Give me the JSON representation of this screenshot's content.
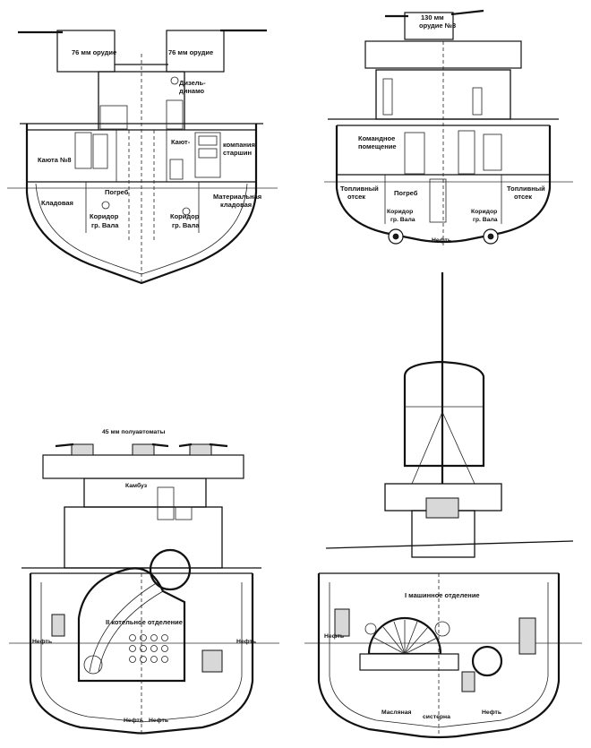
{
  "sections": {
    "top_left": {
      "gun_left": "76 мм орудие",
      "gun_right": "76 мм орудие",
      "diesel_1": "Дизель-",
      "diesel_2": "динамо",
      "cabin8": "Каюта №8",
      "cabin_1": "Кают-",
      "cabin_2": "компания",
      "cabin_3": "старшин",
      "pantry": "Кладовая",
      "magazine": "Погреб",
      "corridor_l1": "Коридор",
      "corridor_l2": "гр. Вала",
      "corridor_r1": "Коридор",
      "corridor_r2": "гр. Вала",
      "material_1": "Материальная",
      "material_2": "кладовая"
    },
    "top_right": {
      "gun_1": "130 мм",
      "gun_2": "орудие №3",
      "crew_1": "Командное",
      "crew_2": "помещение",
      "fuel_l1": "Топливный",
      "fuel_l2": "отсек",
      "fuel_r1": "Топливный",
      "fuel_r2": "отсек",
      "magazine": "Погреб",
      "corridor_l1": "Коридор",
      "corridor_l2": "гр. Вала",
      "corridor_r1": "Коридор",
      "corridor_r2": "гр. Вала",
      "oil": "Нефть"
    },
    "bottom_left": {
      "guns": "45 мм полуавтоматы",
      "galley": "Камбуз",
      "boiler": "II котельное отделение",
      "oil_left": "Нефть",
      "oil_right": "Нефть",
      "oil_bottom_l": "Нефть",
      "oil_bottom_r": "Нефть"
    },
    "bottom_right": {
      "engine": "I машинное отделение",
      "oil_left": "Нефть",
      "oil_right": "Нефть",
      "oil_tank_1": "Масляная",
      "oil_tank_2": "систерна"
    }
  }
}
